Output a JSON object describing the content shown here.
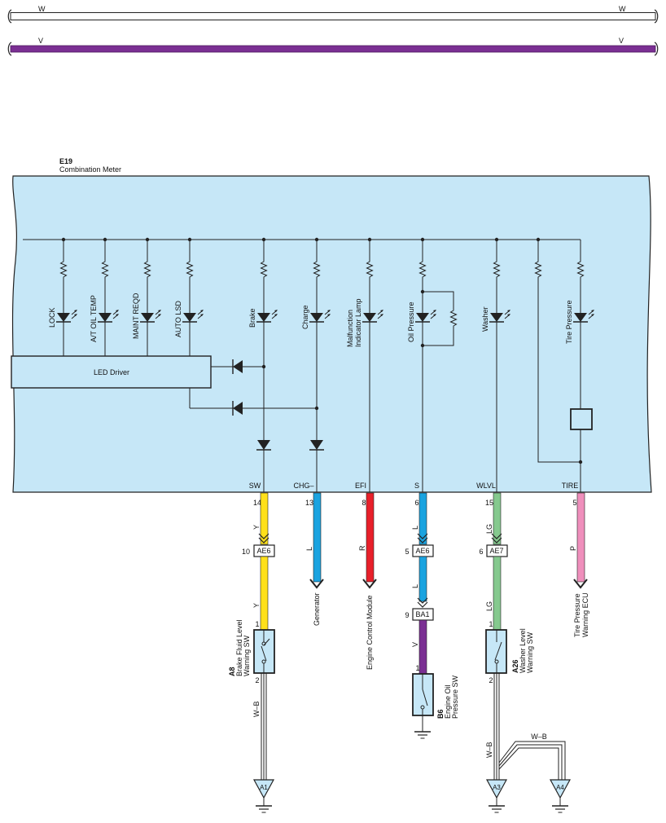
{
  "colors": {
    "panel": "#c6e7f7",
    "W": "#ffffff",
    "V": "#7b2f93",
    "Y": "#ffe01a",
    "L": "#1aa3e0",
    "R": "#e8202a",
    "LG": "#85c98e",
    "P": "#ef8fbc"
  },
  "buses": [
    {
      "left": "W",
      "right": "W"
    },
    {
      "left": "V",
      "right": "V"
    }
  ],
  "meter": {
    "code": "E19",
    "name": "Combination Meter",
    "led_driver": "LED Driver"
  },
  "indicators": {
    "lock": "LOCK",
    "at_oil_temp": "A/T OIL TEMP",
    "maint_reqd": "MAINT REQD",
    "auto_lsd": "AUTO LSD",
    "brake": "Brake",
    "charge": "Charge",
    "mil_line1": "Malfunction",
    "mil_line2": "Indicator Lamp",
    "oil_pressure": "Oil Pressure",
    "washer": "Washer",
    "tire_pressure": "Tire Pressure"
  },
  "terminals": [
    {
      "name": "SW",
      "pin": "14"
    },
    {
      "name": "CHG–",
      "pin": "13"
    },
    {
      "name": "EFI",
      "pin": "8"
    },
    {
      "name": "S",
      "pin": "6"
    },
    {
      "name": "WLVL",
      "pin": "15"
    },
    {
      "name": "TIRE",
      "pin": "5"
    }
  ],
  "wire_labels": {
    "sw_top": "Y",
    "sw_bottom": "Y",
    "sw_ground": "W–B",
    "chg": "L",
    "efi": "R",
    "s_top": "L",
    "s_mid": "L",
    "s_bottom": "V",
    "wlvl_top": "LG",
    "wlvl_bottom": "LG",
    "wlvl_ground": "W–B",
    "wlvl_branch": "W–B",
    "tire": "P"
  },
  "connectors": {
    "ae6_a": {
      "id": "AE6",
      "pin": "10"
    },
    "ae6_b": {
      "id": "AE6",
      "pin": "5"
    },
    "ae7": {
      "id": "AE7",
      "pin": "6"
    },
    "ba1": {
      "id": "BA1",
      "pin": "9"
    }
  },
  "destinations": {
    "generator": "Generator",
    "ecm": "Engine Control Module",
    "tpms_line1": "Tire Pressure",
    "tpms_line2": "Warning ECU"
  },
  "components": {
    "a8": {
      "code": "A8",
      "line1": "Brake Fluid Level",
      "line2": "Warning SW",
      "pin_top": "1",
      "pin_bottom": "2"
    },
    "b6": {
      "code": "B6",
      "line1": "Engine Oil",
      "line2": "Pressure SW",
      "pin_top": "1"
    },
    "a26": {
      "code": "A26",
      "line1": "Washer Level",
      "line2": "Warning SW",
      "pin_top": "1",
      "pin_bottom": "2"
    }
  },
  "grounds": {
    "a1": "A1",
    "a3": "A3",
    "a4": "A4"
  }
}
